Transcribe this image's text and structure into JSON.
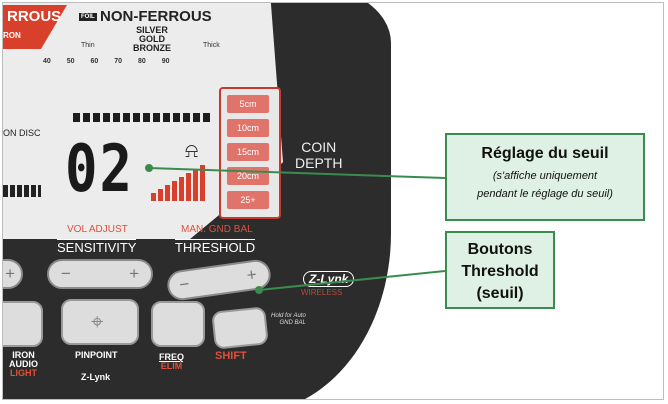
{
  "display": {
    "ferrous_label": "RROUS",
    "iron_label": "RON",
    "foil_label": "FOIL",
    "nonferrous_label": "NON-FERROUS",
    "silver_label": "SILVER",
    "gold_label": "GOLD",
    "bronze_label": "BRONZE",
    "thin_label": "Thin",
    "thick_label": "Thick",
    "scale_numbers": [
      "40",
      "50",
      "60",
      "70",
      "80",
      "90"
    ],
    "disc_label": "ON DISC",
    "digits": "02",
    "depth_options": [
      "5cm",
      "10cm",
      "15cm",
      "20cm",
      "25+"
    ],
    "coin_depth_label_1": "COIN",
    "coin_depth_label_2": "DEPTH"
  },
  "controls": {
    "sensitivity_top": "VOL ADJUST",
    "sensitivity_label": "SENSITIVITY",
    "threshold_top": "MAN. GND BAL",
    "threshold_label": "THRESHOLD",
    "minus": "−",
    "plus": "+",
    "zlynk": "Z-Lynk",
    "wireless": "WIRELESS",
    "iron_audio": "IRON",
    "audio": "AUDIO",
    "light": "LIGHT",
    "pinpoint": "PINPOINT",
    "zlynk_bottom": "Z-Lynk",
    "freq": "FREQ",
    "elim": "ELIM",
    "shift": "SHIFT",
    "hold_for_auto": "Hold for Auto",
    "gnd_bal": "GND BAL"
  },
  "callouts": {
    "threshold_setting_title": "Réglage du seuil",
    "threshold_setting_sub_1": "(s'affiche uniquement",
    "threshold_setting_sub_2": "pendant le réglage du seuil)",
    "threshold_buttons_1": "Boutons",
    "threshold_buttons_2": "Threshold",
    "threshold_buttons_3": "(seuil)"
  },
  "colors": {
    "accent_red": "#d8402b",
    "callout_green": "#3a8c4e",
    "callout_bg": "#dff1e4",
    "panel": "#2c2c2c"
  }
}
